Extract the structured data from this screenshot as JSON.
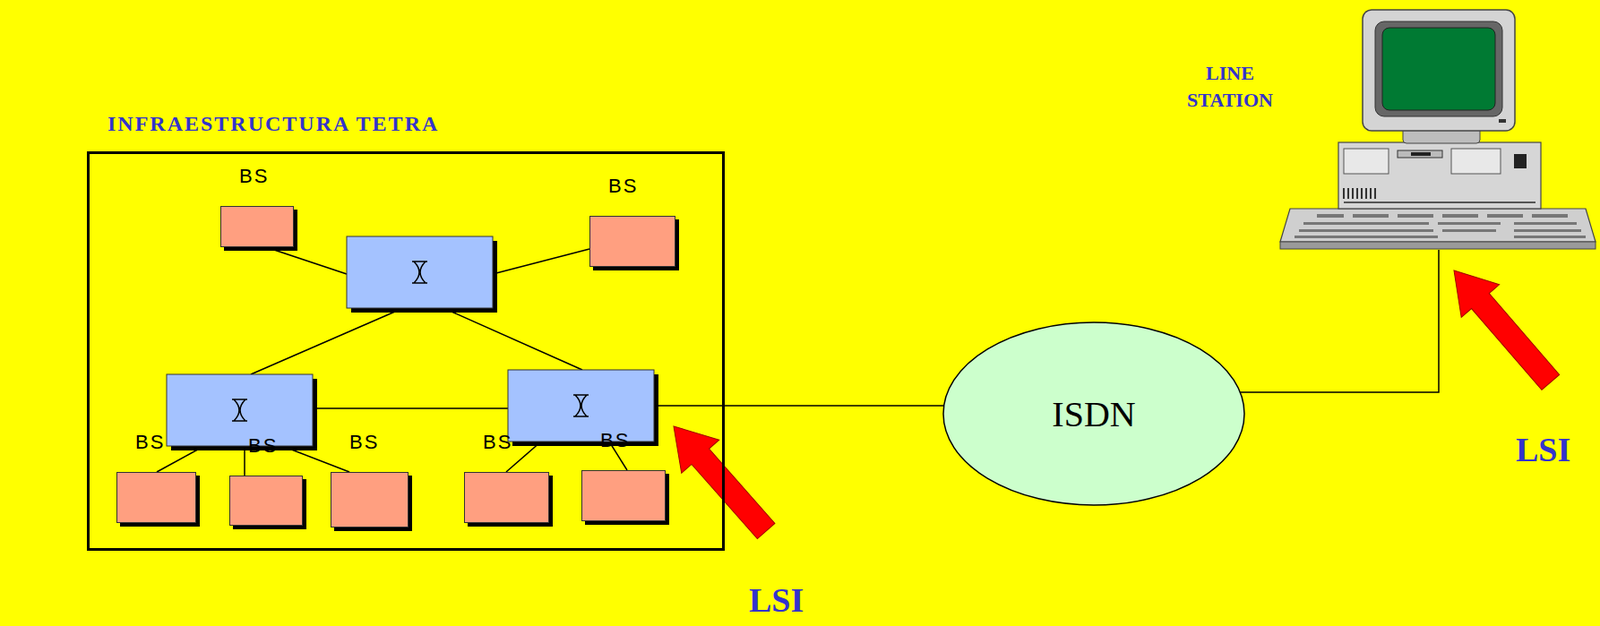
{
  "diagram": {
    "nodes": [
      {
        "text": [
          "INFRAESTRUCTURA TETRA"
        ]
      },
      {
        "text": [
          "BS"
        ],
        "in": 0
      },
      {
        "text": [
          "BS"
        ],
        "in": 0
      },
      {
        "text": [
          "BS"
        ],
        "in": 0
      },
      {
        "text": [
          "BS"
        ],
        "in": 0
      },
      {
        "text": [
          "BS"
        ],
        "in": 0
      },
      {
        "text": [
          "BS"
        ],
        "in": 0
      },
      {
        "text": [
          "BS"
        ],
        "in": 0
      },
      {
        "text": [
          "ISDN"
        ]
      },
      {
        "text": [
          "LINE STATION"
        ]
      }
    ],
    "edges": [
      {
        "from": 0,
        "to": 8,
        "arrow": "none"
      },
      {
        "from": 8,
        "to": 9,
        "arrow": "none"
      }
    ],
    "labels": [
      "LSI",
      "LSI"
    ]
  }
}
